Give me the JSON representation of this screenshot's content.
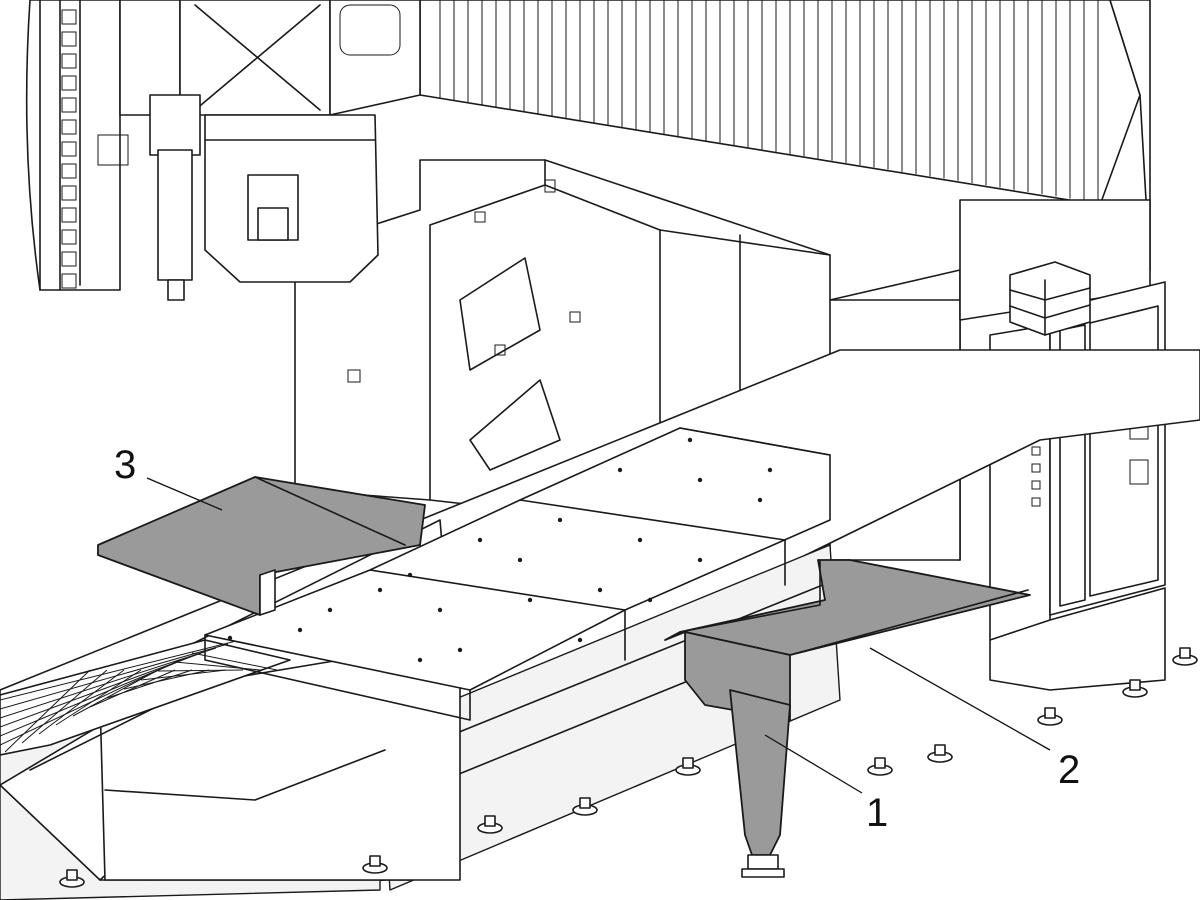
{
  "callouts": [
    {
      "id": "1",
      "label": "1"
    },
    {
      "id": "2",
      "label": "2"
    },
    {
      "id": "3",
      "label": "3"
    }
  ],
  "colors": {
    "line": "#1a1a1a",
    "highlight_fill": "#9a9a9a",
    "background": "#ffffff"
  }
}
